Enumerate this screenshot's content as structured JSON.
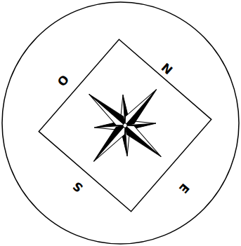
{
  "diagram": {
    "labels": [
      "O",
      "N",
      "S",
      "E"
    ]
  }
}
